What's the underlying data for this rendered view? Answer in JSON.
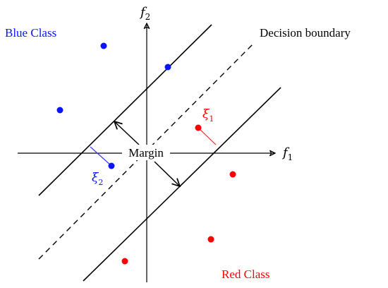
{
  "labels": {
    "blue_class": "Blue Class",
    "red_class": "Red Class",
    "decision_boundary": "Decision boundary",
    "margin": "Margin",
    "axis_x_base": "f",
    "axis_x_sub": "1",
    "axis_y_base": "f",
    "axis_y_sub": "2",
    "xi1_base": "ξ",
    "xi1_sub": "1",
    "xi2_base": "ξ",
    "xi2_sub": "2"
  },
  "colors": {
    "blue": "#0a14ff",
    "red": "#ff0000",
    "line": "#000000",
    "slack_blue": "#3a3aff",
    "slack_red": "#ff2020"
  }
}
